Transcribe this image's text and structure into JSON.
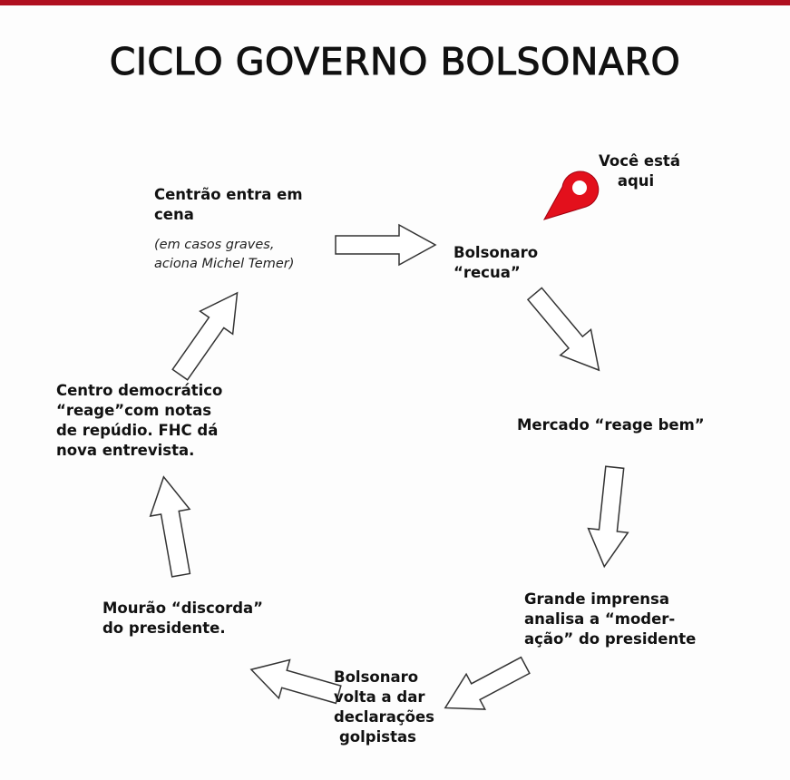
{
  "title": "CICLO GOVERNO BOLSONARO",
  "marker": {
    "label_line1": "Você está",
    "label_line2": "aqui",
    "icon": "map-pin-icon",
    "color": "#e3101c"
  },
  "steps": [
    {
      "lines": [
        "Centrão entra em",
        "cena"
      ],
      "note": [
        "(em casos graves,",
        "aciona Michel Temer)"
      ]
    },
    {
      "lines": [
        "Bolsonaro",
        "“recua”"
      ]
    },
    {
      "lines": [
        "Mercado “reage bem”"
      ]
    },
    {
      "lines": [
        "Grande imprensa",
        "analisa a “moder-",
        "ação” do presidente"
      ]
    },
    {
      "lines": [
        "Bolsonaro",
        "volta a dar",
        "declarações",
        "golpistas"
      ]
    },
    {
      "lines": [
        "Mourão “discorda”",
        "do presidente."
      ]
    },
    {
      "lines": [
        "Centro democrático",
        "“reage”com notas",
        "de repúdio. FHC dá",
        "nova entrevista."
      ]
    }
  ]
}
